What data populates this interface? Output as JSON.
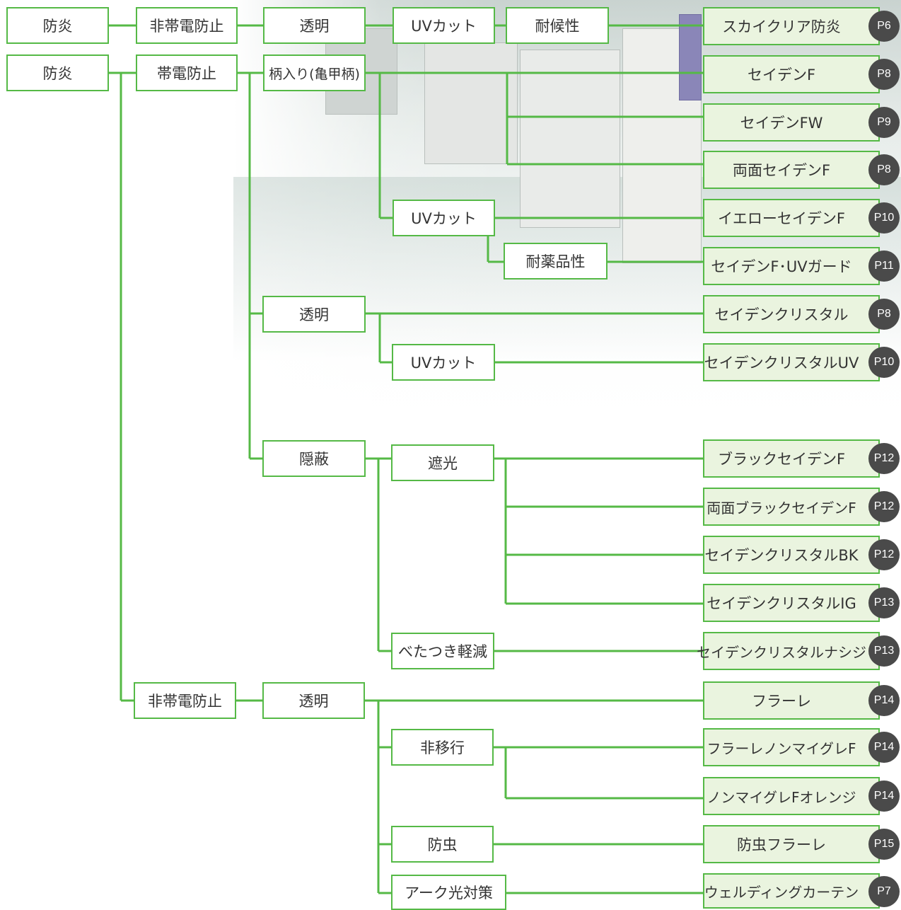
{
  "colors": {
    "line": "#55b946",
    "product_bg": "#eaf4df",
    "badge": "#4a4a4a"
  },
  "nodes": {
    "bousai_1": "防炎",
    "hitaiden_1": "非帯電防止",
    "toumei_1": "透明",
    "uvcut_1": "UVカット",
    "taikou": "耐候性",
    "bousai_2": "防炎",
    "taiden": "帯電防止",
    "garairi": "柄入り(亀甲柄)",
    "uvcut_2": "UVカット",
    "taiyaku": "耐薬品性",
    "toumei_2": "透明",
    "uvcut_3": "UVカット",
    "inpei": "隠蔽",
    "shakou": "遮光",
    "betatsuki": "べたつき軽減",
    "hitaiden_2": "非帯電防止",
    "toumei_3": "透明",
    "iten": "非移行",
    "bouchu": "防虫",
    "arc": "アーク光対策"
  },
  "products": [
    {
      "name": "スカイクリア防炎",
      "page": "P6"
    },
    {
      "name": "セイデンF",
      "page": "P8"
    },
    {
      "name": "セイデンFW",
      "page": "P9"
    },
    {
      "name": "両面セイデンF",
      "page": "P8"
    },
    {
      "name": "イエローセイデンF",
      "page": "P10"
    },
    {
      "name": "セイデンF･UVガード",
      "page": "P11"
    },
    {
      "name": "セイデンクリスタル",
      "page": "P8"
    },
    {
      "name": "セイデンクリスタルUV",
      "page": "P10"
    },
    {
      "name": "ブラックセイデンF",
      "page": "P12"
    },
    {
      "name": "両面ブラックセイデンF",
      "page": "P12"
    },
    {
      "name": "セイデンクリスタルBK",
      "page": "P12"
    },
    {
      "name": "セイデンクリスタルIG",
      "page": "P13"
    },
    {
      "name": "セイデンクリスタルナシジ",
      "page": "P13"
    },
    {
      "name": "フラーレ",
      "page": "P14"
    },
    {
      "name": "フラーレノンマイグレF",
      "page": "P14"
    },
    {
      "name": "ノンマイグレFオレンジ",
      "page": "P14"
    },
    {
      "name": "防虫フラーレ",
      "page": "P15"
    },
    {
      "name": "ウェルディングカーテン",
      "page": "P7"
    }
  ]
}
